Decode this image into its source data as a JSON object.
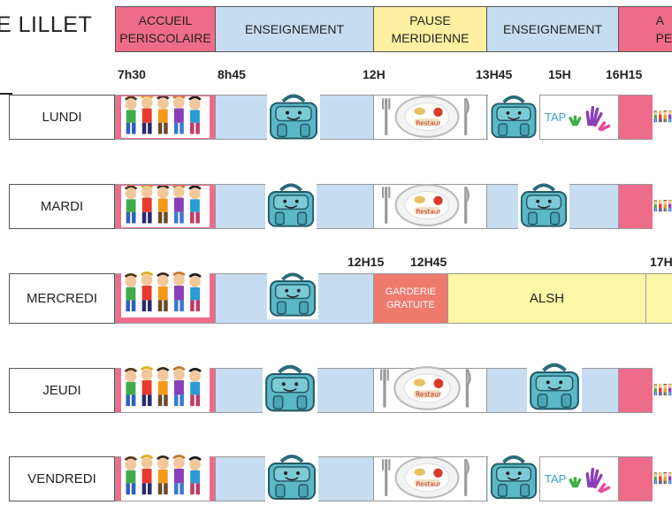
{
  "title": "E LILLET",
  "header": {
    "accueil": [
      "ACCUEIL",
      "PERISCOLAIRE"
    ],
    "enseignement": "ENSEIGNEMENT",
    "pause": [
      "PAUSE",
      "MERIDIENNE"
    ],
    "enseignement2": "ENSEIGNEMENT",
    "accueil2": [
      "A",
      "PER"
    ]
  },
  "times": {
    "t1": "7h30",
    "t2": "8h45",
    "t3": "12H",
    "t4": "13H45",
    "t5": "15H",
    "t6": "16H15"
  },
  "wed_times": {
    "t1": "12H15",
    "t2": "12H45",
    "t3": "17H"
  },
  "days": [
    "LUNDI",
    "MARDI",
    "MERCREDI",
    "JEUDI",
    "VENDREDI"
  ],
  "wednesday": {
    "garderie": [
      "GARDERIE",
      "GRATUITE"
    ],
    "alsh": "ALSH"
  },
  "tap_label": "TAP",
  "colors": {
    "pink": "#ef6b8a",
    "blue": "#c6dcf1",
    "yellow": "#fdf0a0",
    "salmon": "#ee7a6e"
  }
}
